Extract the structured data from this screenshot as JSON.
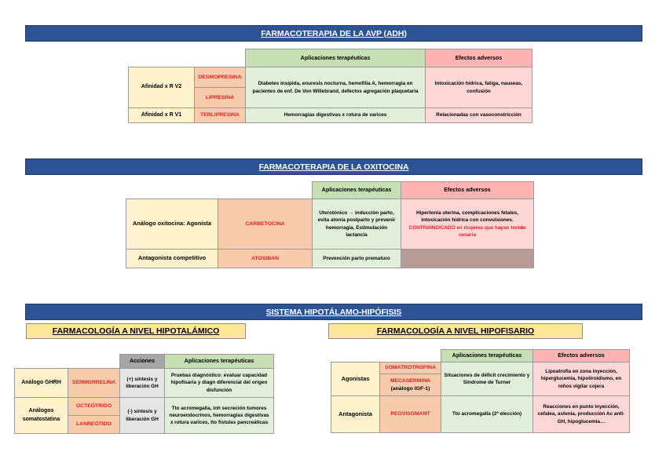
{
  "sections": {
    "avp": {
      "title": "FARMACOTERAPIA DE LA AVP (ADH)",
      "headers": {
        "applications": "Aplicaciones terapéuticas",
        "adverse": "Efectos adversos"
      },
      "rows": [
        {
          "category": "Afinidad x R V2",
          "drugs": [
            "DESMOPRESINA",
            "LIPRESINA"
          ],
          "applications": "Diabetes insípida, enuresis nocturna, hemofilia A, hemorragia en pacientes de enf. De Von Willebrand, defectos agregación plaquetaria",
          "adverse": "Intoxicación hídrica, fatiga, nauseas, confusión"
        },
        {
          "category": "Afinidad x R V1",
          "drugs": [
            "TERLIPRESINA"
          ],
          "applications": "Hemorragias digestivas x rotura de varices",
          "adverse": "Relacionadas con vasoconstricción"
        }
      ]
    },
    "oxytocin": {
      "title": "FARMACOTERAPIA DE LA OXITOCINA",
      "headers": {
        "applications": "Aplicaciones terapéuticas",
        "adverse": "Efectos adversos"
      },
      "rows": [
        {
          "category": "Análogo oxitocina: Agonista",
          "drug": "CARBETOCINA",
          "applications": "Uterotónico → inducción parto, evita atonía postparto y prevenir hemorragia. Estimulación lactancia",
          "adverse_main": "Hipertonía uterina, complicaciones fetales, intoxicación hídrica con convulsiones.",
          "adverse_warning": "CONTRAINDICADO en mujeres que hayan tenido cesaría"
        },
        {
          "category": "Antagonista competitivo",
          "drug": "ATOSIBAN",
          "applications": "Prevención parto prematuro",
          "adverse": ""
        }
      ]
    },
    "hypothalamic_pituitary": {
      "title": "SISTEMA HIPOTÁLAMO-HIPÓFISIS",
      "hypothalamic": {
        "title": "FARMACOLOGÍA A NIVEL HIPOTALÁMICO",
        "headers": {
          "actions": "Acciones",
          "applications": "Aplicaciones terapéuticas"
        },
        "rows": [
          {
            "category": "Análogo GHRH",
            "drugs": [
              "SERMORRELINA"
            ],
            "actions": "(+) síntesis y liberación GH",
            "applications": "Pruebas diagnóstico: evaluar capacidad hipofisaria y diagn diferencial del origen disfunción"
          },
          {
            "category": "Análogos somatostatina",
            "drugs": [
              "OCTEÓTRIDO",
              "LANREÓTIDO"
            ],
            "actions": "(-) síntesis y liberación GH",
            "applications": "Tto acromegalia, inh secreción tumores neuroendocrinos, hemorragias digestivas x rotura varices, tto fístulas pancreáticas"
          }
        ]
      },
      "pituitary": {
        "title": "FARMACOLOGÍA A NIVEL HIPOFISARIO",
        "headers": {
          "applications": "Aplicaciones terapéuticas",
          "adverse": "Efectos adversos"
        },
        "rows": [
          {
            "category": "Agonistas",
            "drugs": [
              "SOMATROTROPINA",
              "MECASERMINA"
            ],
            "drug_note": "(análogo IGF-1)",
            "applications": "Situaciones de déficit crecimiento y Síndrome de Turner",
            "adverse": "Lipoatrofia en zona inyección, hiperglucemia, hipotiroidismo, en niños vigilar cojera"
          },
          {
            "category": "Antagonista",
            "drugs": [
              "PEGVISOMANT"
            ],
            "applications": "Tto acromegalia (2ª elección)",
            "adverse": "Reacciones en punto inyección, cefalea, astenia, producción Ac anti-GH, hipoglucemia…"
          }
        ]
      }
    }
  },
  "colors": {
    "banner": "#2c5494",
    "subbanner": "#ffe699",
    "category": "#fff2cc",
    "drug": "#f8cbad",
    "drug_text": "#e02020",
    "applications_header": "#c6e0b4",
    "applications": "#e2efda",
    "adverse_header": "#ffb3b3",
    "adverse": "#ffd7d7",
    "actions_header": "#a6a6a6",
    "actions": "#e7e6e6"
  }
}
